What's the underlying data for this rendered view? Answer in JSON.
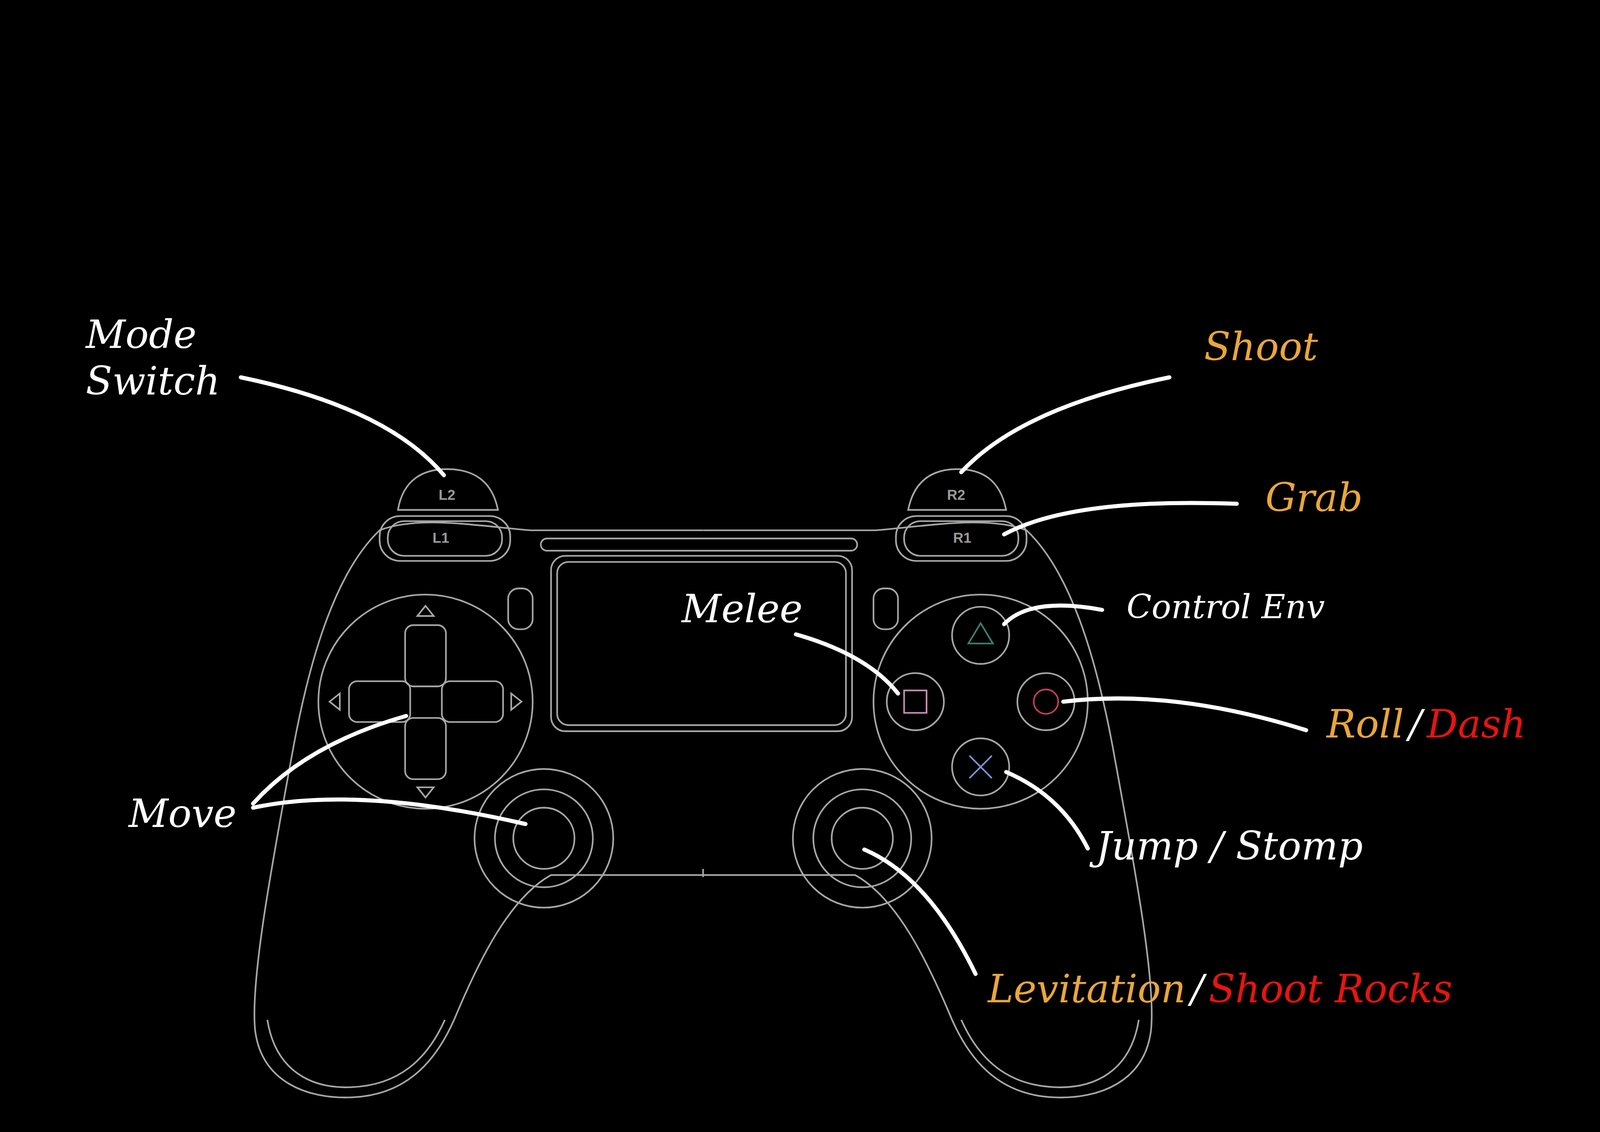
{
  "diagram": {
    "labels": [
      "L2",
      "L1",
      "R2",
      "R1",
      "Mode Switch",
      "Shoot",
      "Grab",
      "Control Env",
      "Melee",
      "Roll",
      "/",
      "Dash",
      "Move",
      "Jump / Stomp",
      "Levitation",
      "/",
      "Shoot Rocks"
    ]
  }
}
